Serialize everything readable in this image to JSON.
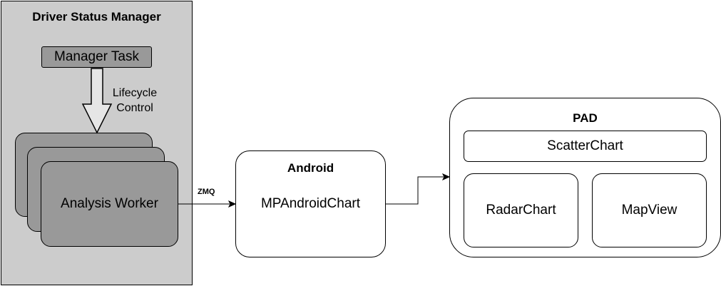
{
  "driver_status_manager": {
    "title": "Driver Status Manager",
    "manager_task": "Manager Task",
    "lifecycle_label_line1": "Lifecycle",
    "lifecycle_label_line2": "Control",
    "analysis_worker": "Analysis Worker"
  },
  "zmq_label": "ZMQ",
  "android": {
    "title": "Android",
    "library": "MPAndroidChart"
  },
  "pad": {
    "title": "PAD",
    "scatter": "ScatterChart",
    "radar": "RadarChart",
    "map": "MapView"
  }
}
